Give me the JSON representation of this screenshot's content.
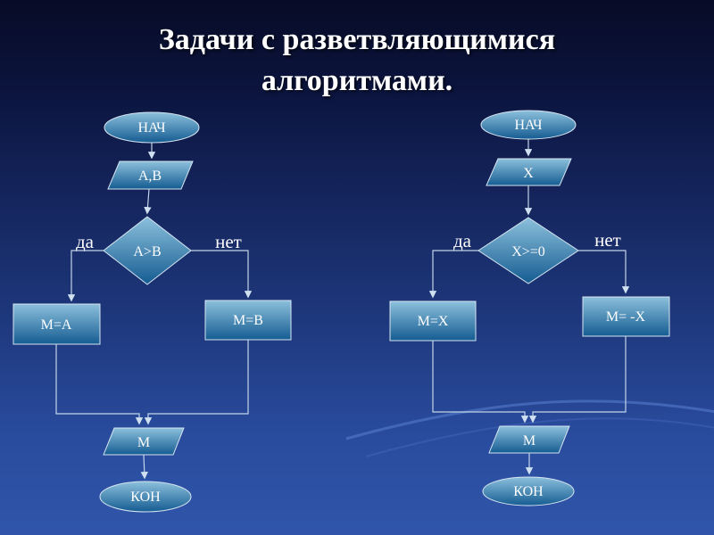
{
  "slide": {
    "title_line1": "Задачи с разветвляющимися",
    "title_line2": "алгоритмами."
  },
  "charts": [
    {
      "start": "НАЧ",
      "input": "А,В",
      "decision": "А>В",
      "yes_label": "да",
      "no_label": "нет",
      "process_yes": "М=А",
      "process_no": "М=В",
      "output": "М",
      "end": "КОН"
    },
    {
      "start": "НАЧ",
      "input": "Х",
      "decision": "Х>=0",
      "yes_label": "да",
      "no_label": "нет",
      "process_yes": "М=Х",
      "process_no": "М= -Х",
      "output": "М",
      "end": "КОН"
    }
  ],
  "colors": {
    "background_top": "#070b26",
    "background_bottom": "#2f55aa",
    "shape_gradient_top": "#8cc0dc",
    "shape_gradient_bottom": "#155c92",
    "shape_stroke": "#d6e4f1",
    "connector": "#c3d5e8",
    "title_text": "#ffffff"
  }
}
